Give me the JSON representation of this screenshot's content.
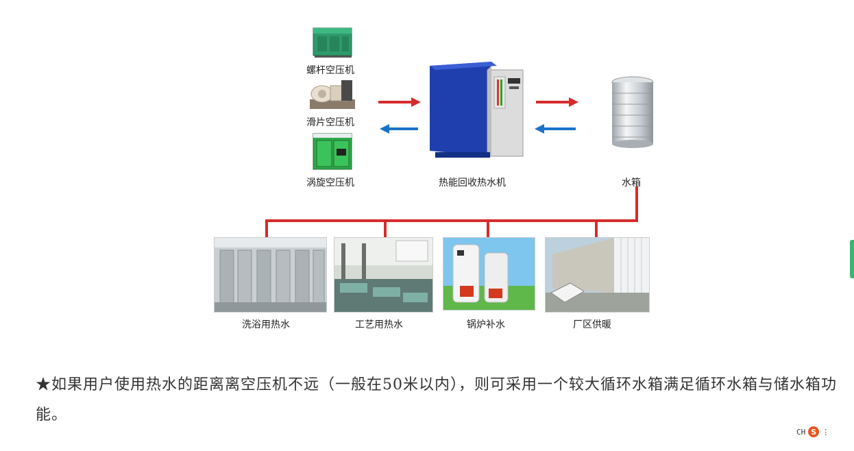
{
  "sources": [
    {
      "label": "螺杆空压机",
      "icon": "screw-compressor"
    },
    {
      "label": "滑片空压机",
      "icon": "vane-compressor"
    },
    {
      "label": "涡旋空压机",
      "icon": "scroll-compressor"
    }
  ],
  "machine": {
    "label": "热能回收热水机",
    "icon": "heat-recovery-unit"
  },
  "tank": {
    "label": "水箱",
    "icon": "water-tank"
  },
  "uses": [
    {
      "label": "洗浴用热水",
      "icon": "shower-room"
    },
    {
      "label": "工艺用热水",
      "icon": "process-workshop"
    },
    {
      "label": "锅炉补水",
      "icon": "boiler"
    },
    {
      "label": "厂区供暖",
      "icon": "factory-heating"
    }
  ],
  "colors": {
    "hot_arrow": "#d62b2b",
    "cold_arrow": "#1a73c8",
    "pipe": "#d62b2b"
  },
  "note": "★如果用户使用热水的距离离空压机不远（一般在50米以内），则可采用一个较大循环水箱满足循环水箱与储水箱功能。",
  "ime": {
    "lang": "CH",
    "logo": "S"
  }
}
